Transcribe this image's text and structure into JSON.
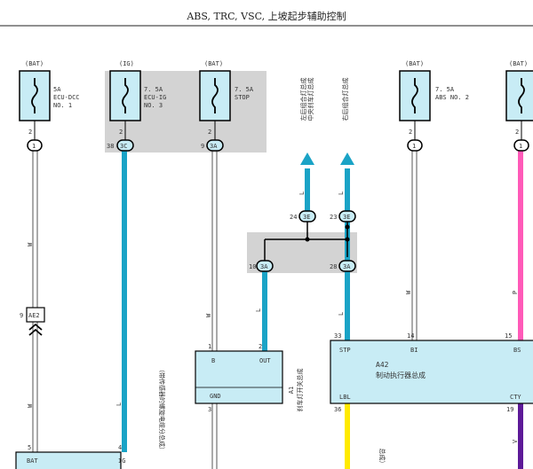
{
  "title": "ABS, TRC, VSC, 上坡起步辅助控制",
  "fuses": [
    {
      "source": "(BAT)",
      "rating": "5A",
      "name1": "ECU-DCC",
      "name2": "NO. 1",
      "pin": "2",
      "conn_pin": "",
      "conn": "1"
    },
    {
      "source": "(IG)",
      "rating": "7. 5A",
      "name1": "ECU-IG",
      "name2": "NO. 3",
      "pin": "2",
      "conn_pin": "38",
      "conn": "3C"
    },
    {
      "source": "(BAT)",
      "rating": "7. 5A",
      "name1": "STOP",
      "name2": "",
      "pin": "2",
      "conn_pin": "9",
      "conn": "3A"
    },
    {
      "source": "(BAT)",
      "rating": "7. 5A",
      "name1": "ABS NO. 2",
      "name2": "",
      "pin": "2",
      "conn_pin": "",
      "conn": "1"
    },
    {
      "source": "(BAT)",
      "rating": "",
      "name1": "",
      "name2": "",
      "pin": "2",
      "conn_pin": "",
      "conn": "1"
    }
  ],
  "dest_labels": [
    "左后组合灯总成",
    "中央刹车灯总成",
    "右后组合灯总成"
  ],
  "junction": {
    "top_left_pin": "24",
    "top_left": "3E",
    "top_right_pin": "23",
    "top_right": "3E",
    "bot_left_pin": "10",
    "bot_left": "3A",
    "bot_right_pin": "28",
    "bot_right": "3A"
  },
  "wire_colors": {
    "W": "W",
    "L": "L",
    "P": "P",
    "V": "V",
    "B": "B"
  },
  "ae2": {
    "pin": "9",
    "conn": "AE2"
  },
  "switch": {
    "pin_b": "1",
    "pin_out": "2",
    "pin_gnd": "3",
    "label_b": "B",
    "label_out": "OUT",
    "label_gnd": "GND",
    "code": "A1",
    "name": "刹车灯开关总成"
  },
  "actuator": {
    "pin_stp": "33",
    "pin_bi": "14",
    "pin_bs": "15",
    "pin_lbl": "36",
    "pin_cty": "19",
    "label_stp": "STP",
    "label_bi": "BI",
    "label_bs": "BS",
    "label_lbl": "LBL",
    "label_cty": "CTY",
    "code": "A42",
    "name": "制动执行器总成"
  },
  "bottom_box": {
    "pin_bat": "5",
    "pin_ig": "4",
    "label_bat": "BAT",
    "label_ig": "IG"
  },
  "vertical_note": "（带传感器的螺旋电缆分总成）",
  "vertical_note2": "总成）",
  "colors": {
    "blue": "#1aa3c6",
    "pink": "#ff5ab8",
    "yellow": "#ffea00",
    "purple": "#5d1a98",
    "panel": "#d3d3d3",
    "box": "#c8ecf5"
  }
}
